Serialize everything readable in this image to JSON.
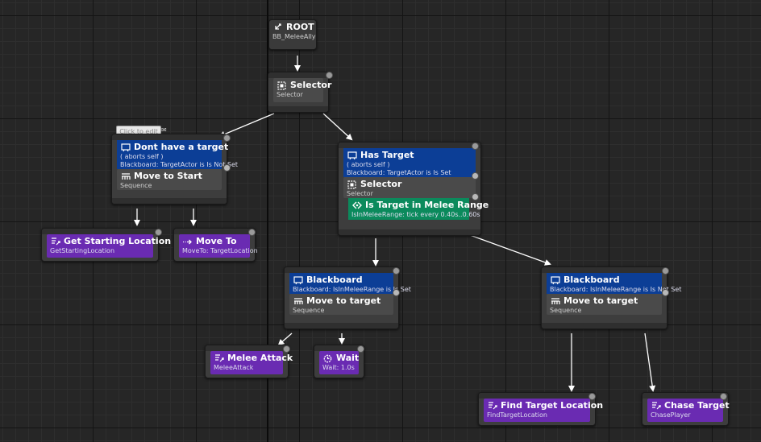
{
  "root": {
    "title": "ROOT",
    "subtitle": "BB_MeleeAlly"
  },
  "selector_main": {
    "title": "Selector",
    "subtitle": "Selector"
  },
  "tooltip": {
    "text": "Click to edit"
  },
  "no_target": {
    "decorator": {
      "title": "Dont have a target",
      "line1": "( aborts self )",
      "line2": "Blackboard: TargetActor is Is Not Set"
    },
    "sequence": {
      "title": "Move to Start",
      "subtitle": "Sequence"
    }
  },
  "get_start": {
    "title": "Get Starting Location",
    "subtitle": "GetStartingLocation"
  },
  "move_to": {
    "title": "Move To",
    "subtitle": "MoveTo: TargetLocation"
  },
  "has_target": {
    "decorator": {
      "title": "Has Target",
      "line1": "( aborts self )",
      "line2": "Blackboard: TargetActor is Is Set"
    },
    "selector": {
      "title": "Selector",
      "subtitle": "Selector"
    },
    "service": {
      "title": "Is Target in Melee Range",
      "subtitle": "IsInMeleeRange: tick every 0.40s..0.60s"
    }
  },
  "in_range": {
    "decorator": {
      "title": "Blackboard",
      "line1": "Blackboard: IsInMeleeRange is Is Set"
    },
    "sequence": {
      "title": "Move to target",
      "subtitle": "Sequence"
    }
  },
  "not_in_range": {
    "decorator": {
      "title": "Blackboard",
      "line1": "Blackboard: IsInMeleeRange is Is Not Set"
    },
    "sequence": {
      "title": "Move to target",
      "subtitle": "Sequence"
    }
  },
  "melee_attack": {
    "title": "Melee Attack",
    "subtitle": "MeleeAttack"
  },
  "wait": {
    "title": "Wait",
    "subtitle": "Wait: 1.0s"
  },
  "find_target": {
    "title": "Find Target Location",
    "subtitle": "FindTargetLocation"
  },
  "chase_target": {
    "title": "Chase Target",
    "subtitle": "ChasePlayer"
  },
  "colors": {
    "composite": "#4a4a4a",
    "decorator": "#0c3e96",
    "service": "#0b8a5c",
    "task": "#6a2bb2",
    "wire": "#ffffff"
  },
  "icons": {
    "root": "root-icon",
    "selector": "selector-icon",
    "decorator": "blackboard-icon",
    "sequence": "sequence-icon",
    "service": "service-icon",
    "task": "task-icon",
    "moveto": "move-to-icon",
    "wait": "wait-icon"
  }
}
